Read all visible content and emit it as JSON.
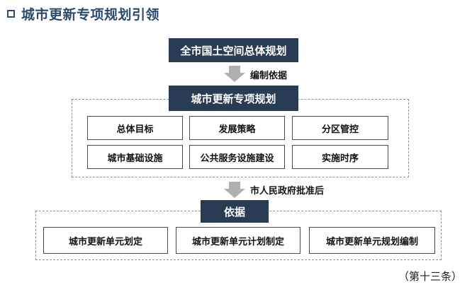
{
  "title": "城市更新专项规划引领",
  "top_box": "全市国土空间总体规划",
  "arrow1_label": "编制依据",
  "mid_box": "城市更新专项规划",
  "grid_items": [
    "总体目标",
    "发展策略",
    "分区管控",
    "城市基础设施",
    "公共服务设施建设",
    "实施时序"
  ],
  "arrow2_label": "市人民政府批准后",
  "basis_box": "依据",
  "bottom_items": [
    "城市更新单元划定",
    "城市更新单元计划制定",
    "城市更新单元规划编制"
  ],
  "article_ref": "（第十三条）",
  "colors": {
    "navy": "#2a3c54",
    "title": "#2c4a6d",
    "arrow": "#b0b0b0"
  }
}
